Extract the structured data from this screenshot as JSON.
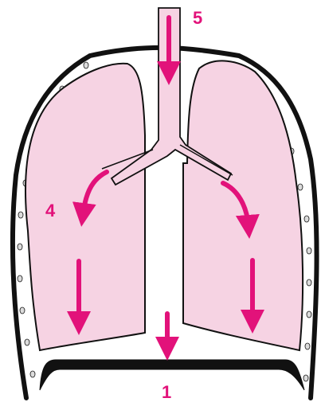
{
  "labels": {
    "step_5": "5",
    "step_4": "4",
    "step_1": "1"
  },
  "colors": {
    "lung_fill": "#f6d3e3",
    "trachea_fill": "#f6d3e3",
    "outline": "#111111",
    "arrow": "#e2127a",
    "label": "#e2127a",
    "rib_dots": "#dcdcdc"
  }
}
